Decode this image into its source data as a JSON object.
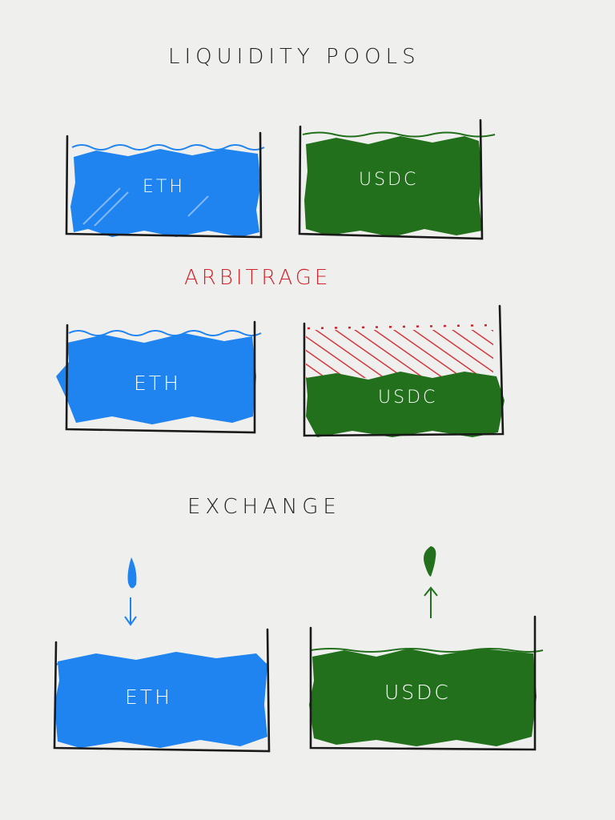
{
  "sections": {
    "liquidity_pools": {
      "title": "LIQUIDITY POOLS"
    },
    "arbitrage": {
      "title": "ARBITRAGE"
    },
    "exchange": {
      "title": "EXCHANGE"
    }
  },
  "pools": {
    "pool_a": {
      "label": "ETH"
    },
    "pool_b": {
      "label": "USDC"
    }
  },
  "colors": {
    "eth": "#1f84ef",
    "usdc": "#23701c",
    "arbitrage": "#d2232a",
    "ink": "#1a1a1a",
    "paper": "#efefee"
  }
}
